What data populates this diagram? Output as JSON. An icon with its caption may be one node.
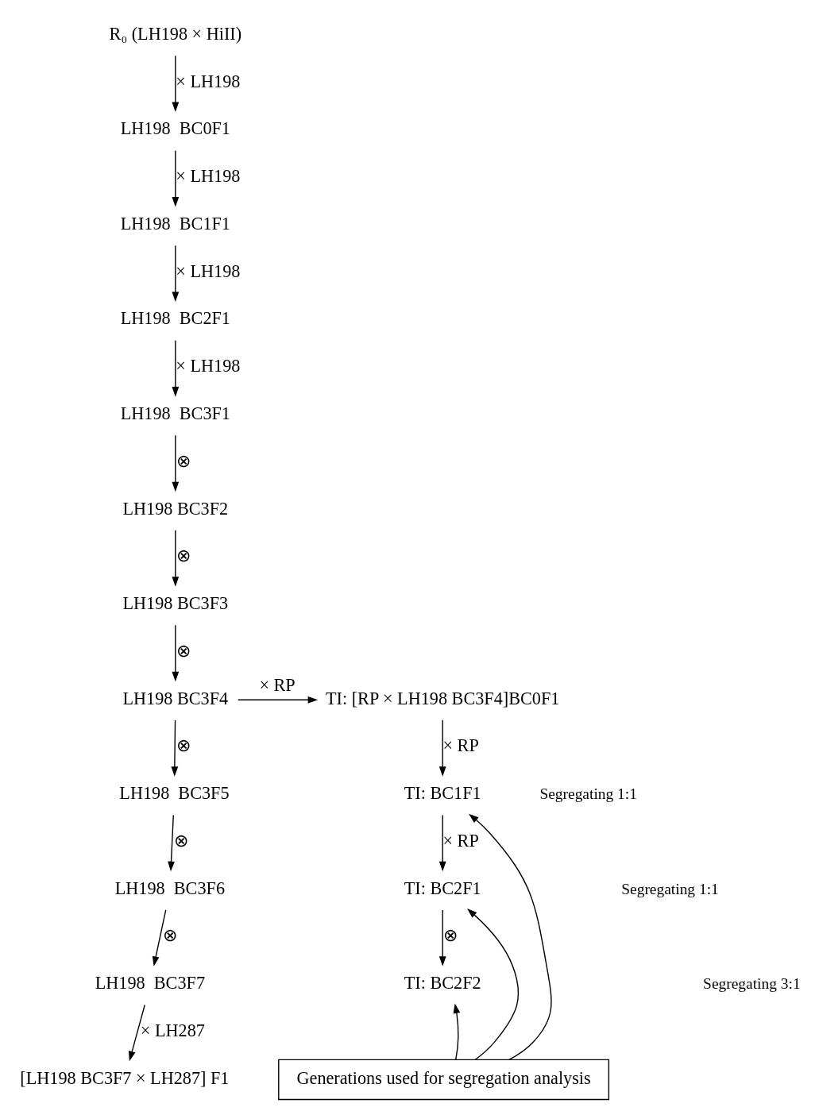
{
  "diagram": {
    "nodes": [
      {
        "text": [
          "R₀ (LH198 × HiII)"
        ]
      },
      {
        "text": [
          "LH198  BC0F1"
        ]
      },
      {
        "text": [
          "LH198  BC1F1"
        ]
      },
      {
        "text": [
          "LH198  BC2F1"
        ]
      },
      {
        "text": [
          "LH198  BC3F1"
        ]
      },
      {
        "text": [
          "LH198 BC3F2"
        ]
      },
      {
        "text": [
          "LH198 BC3F3"
        ]
      },
      {
        "text": [
          "LH198 BC3F4"
        ]
      },
      {
        "text": [
          "TI: [RP × LH198 BC3F4]BC0F1"
        ]
      },
      {
        "text": [
          "TI: BC1F1"
        ]
      },
      {
        "text": [
          "TI: BC2F1"
        ]
      },
      {
        "text": [
          "TI: BC2F2"
        ]
      },
      {
        "text": [
          "Generations used for segregation analysis"
        ]
      },
      {
        "text": [
          "LH198  BC3F5"
        ]
      },
      {
        "text": [
          "LH198  BC3F6"
        ]
      },
      {
        "text": [
          "LH198  BC3F7"
        ]
      },
      {
        "text": [
          "[LH198 BC3F7 × LH287] F1"
        ]
      }
    ],
    "edges": [
      {
        "from": 0,
        "to": 1,
        "arrow": "to",
        "label": "× LH198"
      },
      {
        "from": 1,
        "to": 2,
        "arrow": "to",
        "label": "× LH198"
      },
      {
        "from": 2,
        "to": 3,
        "arrow": "to",
        "label": "× LH198"
      },
      {
        "from": 3,
        "to": 4,
        "arrow": "to",
        "label": "× LH198"
      },
      {
        "from": 4,
        "to": 5,
        "arrow": "to",
        "label": "⊗"
      },
      {
        "from": 5,
        "to": 6,
        "arrow": "to",
        "label": "⊗"
      },
      {
        "from": 6,
        "to": 7,
        "arrow": "to",
        "label": "⊗"
      },
      {
        "from": 7,
        "to": 8,
        "arrow": "to",
        "label": "× RP"
      },
      {
        "from": 7,
        "to": 13,
        "arrow": "to",
        "label": "⊗"
      },
      {
        "from": 8,
        "to": 9,
        "arrow": "to",
        "label": "× RP"
      },
      {
        "from": 9,
        "to": 10,
        "arrow": "to",
        "label": "× RP"
      },
      {
        "from": 10,
        "to": 11,
        "arrow": "to",
        "label": "⊗"
      },
      {
        "from": 12,
        "to": 9,
        "arrow": "to"
      },
      {
        "from": 12,
        "to": 10,
        "arrow": "to"
      },
      {
        "from": 12,
        "to": 11,
        "arrow": "to"
      },
      {
        "from": 13,
        "to": 14,
        "arrow": "to",
        "label": "⊗"
      },
      {
        "from": 14,
        "to": 15,
        "arrow": "to",
        "label": "⊗"
      },
      {
        "from": 15,
        "to": 16,
        "arrow": "to",
        "label": "× LH287"
      }
    ],
    "labels": [
      "Segregating 1:1",
      "Segregating 1:1",
      "Segregating 3:1"
    ]
  }
}
